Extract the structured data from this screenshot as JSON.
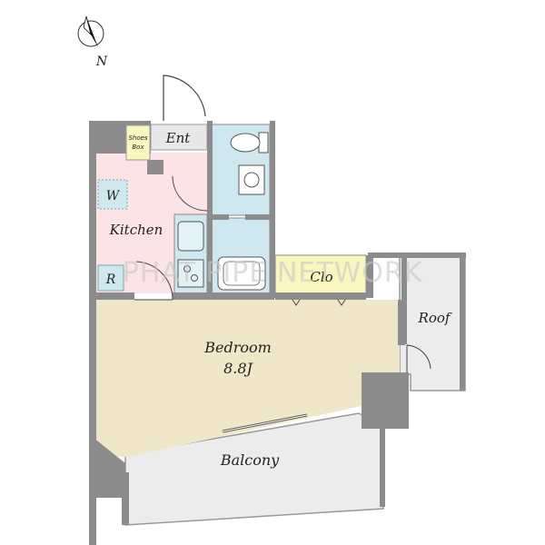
{
  "compass": {
    "label": "N",
    "icon": "north-arrow-icon"
  },
  "rooms": {
    "entrance": "Ent",
    "shoes_box_line1": "Shoes",
    "shoes_box_line2": "Box",
    "washer": "W",
    "kitchen": "Kitchen",
    "refrigerator": "R",
    "closet": "Clo",
    "bedroom": "Bedroom",
    "bedroom_size": "8.8J",
    "roof": "Roof",
    "balcony": "Balcony"
  },
  "watermark": "PHAT PIPE NETWORK",
  "colors": {
    "wall": "#8c8c8c",
    "kitchen": "#fbe3e6",
    "bedroom": "#f0e7c8",
    "wet_area": "#cfe8f0",
    "closet": "#fbf5bf",
    "outdoor": "#ececec",
    "entrance": "#e8e8e8"
  }
}
